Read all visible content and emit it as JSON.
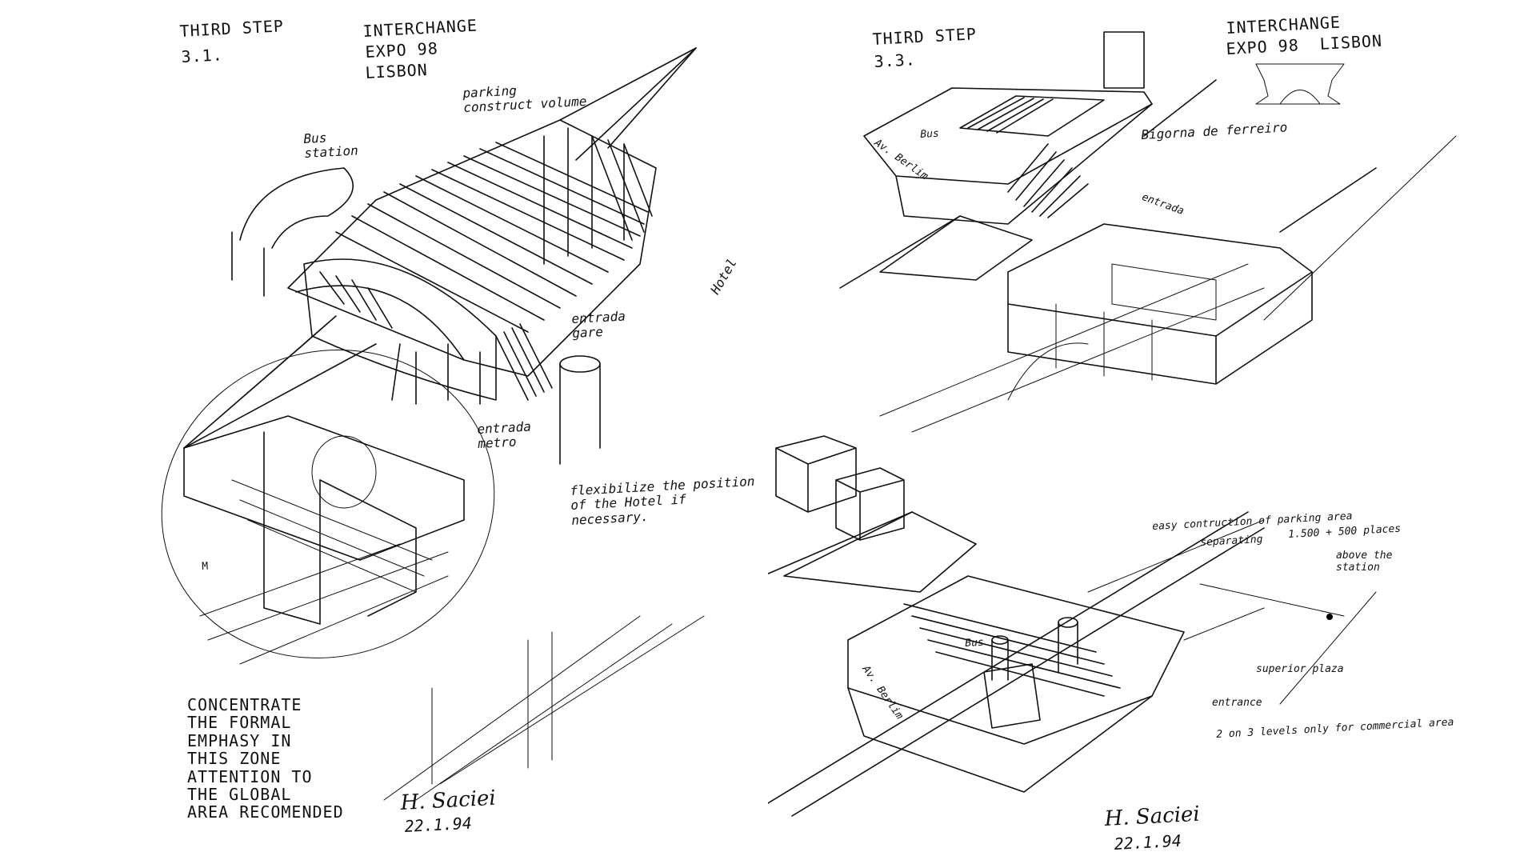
{
  "left_sheet": {
    "step": "THIRD STEP",
    "step_number": "3.1.",
    "project": [
      "INTERCHANGE",
      "EXPO 98",
      "LISBON"
    ],
    "labels": {
      "parking": "parking\nconstruct volume",
      "bus_station": "Bus\nstation",
      "hotel": "Hotel",
      "entrada_gare": "entrada\ngare",
      "entrada_metro": "entrada\nmetro",
      "flexibilize": "flexibilize the position\nof the Hotel if\nnecessary.",
      "m": "M"
    },
    "concentrate_note": "CONCENTRATE\nTHE FORMAL\nEMPHASY IN\nTHIS ZONE\nATTENTION TO\nTHE GLOBAL\nAREA RECOMENDED",
    "signature": "H. Saciei",
    "date": "22.1.94"
  },
  "right_sheet": {
    "step": "THIRD STEP",
    "step_number": "3.3.",
    "project": [
      "INTERCHANGE",
      "EXPO 98  LISBON"
    ],
    "labels": {
      "bus_top": "Bus",
      "av_berlim_top": "Av. Berlim",
      "bigorna": "Bigorna de ferreiro",
      "entrada": "entrada",
      "easy_construction": "easy contruction of parking area",
      "separating": "separating",
      "places": "1.500 + 500 places",
      "above_station": "above the\nstation",
      "bus_bottom": "Bus",
      "av_berlim_bottom": "Av. Berlim",
      "superior_plaza": "superior plaza",
      "entrance": "entrance",
      "levels": "2 on 3 levels only for commercial area"
    },
    "signature": "H. Saciei",
    "date": "22.1.94"
  }
}
